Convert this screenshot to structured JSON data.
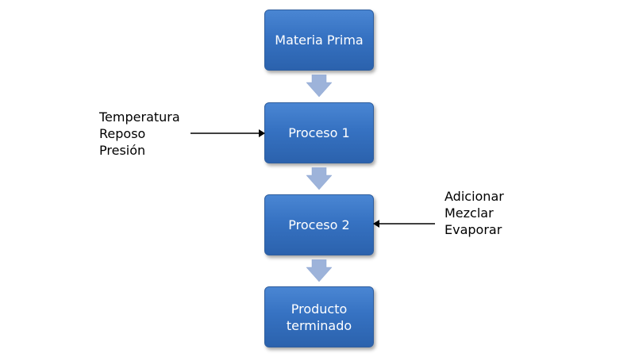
{
  "nodes": [
    {
      "id": "materia-prima",
      "label": "Materia Prima"
    },
    {
      "id": "proceso-1",
      "label": "Proceso 1"
    },
    {
      "id": "proceso-2",
      "label": "Proceso 2"
    },
    {
      "id": "producto-terminado",
      "label": "Producto terminado"
    }
  ],
  "inputs": {
    "proceso_1": [
      "Temperatura",
      "Reposo",
      "Presión"
    ],
    "proceso_2": [
      "Adicionar",
      "Mezclar",
      "Evaporar"
    ]
  },
  "colors": {
    "box_fill": "#3672c2",
    "box_border": "#2f5e9e",
    "box_text": "#ffffff",
    "flow_arrow": "#9db3da",
    "input_arrow": "#000000"
  }
}
